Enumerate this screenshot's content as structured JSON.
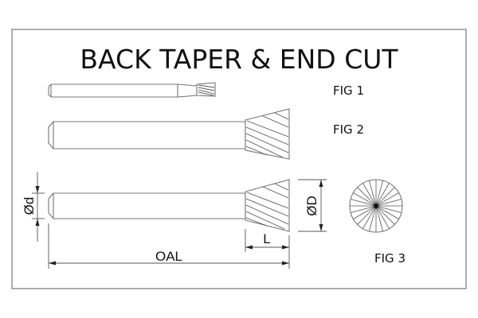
{
  "title": "BACK TAPER & END CUT",
  "figures": [
    {
      "id": "fig1",
      "label": "FIG 1"
    },
    {
      "id": "fig2",
      "label": "FIG 2"
    },
    {
      "id": "fig3",
      "label": "FIG 3"
    }
  ],
  "dimensions": {
    "shank_diameter": "Ød",
    "head_diameter": "ØD",
    "head_length": "L",
    "overall_length": "OAL"
  },
  "colors": {
    "frame": "#8a8a8a",
    "outline": "#777777",
    "text": "#111111"
  }
}
